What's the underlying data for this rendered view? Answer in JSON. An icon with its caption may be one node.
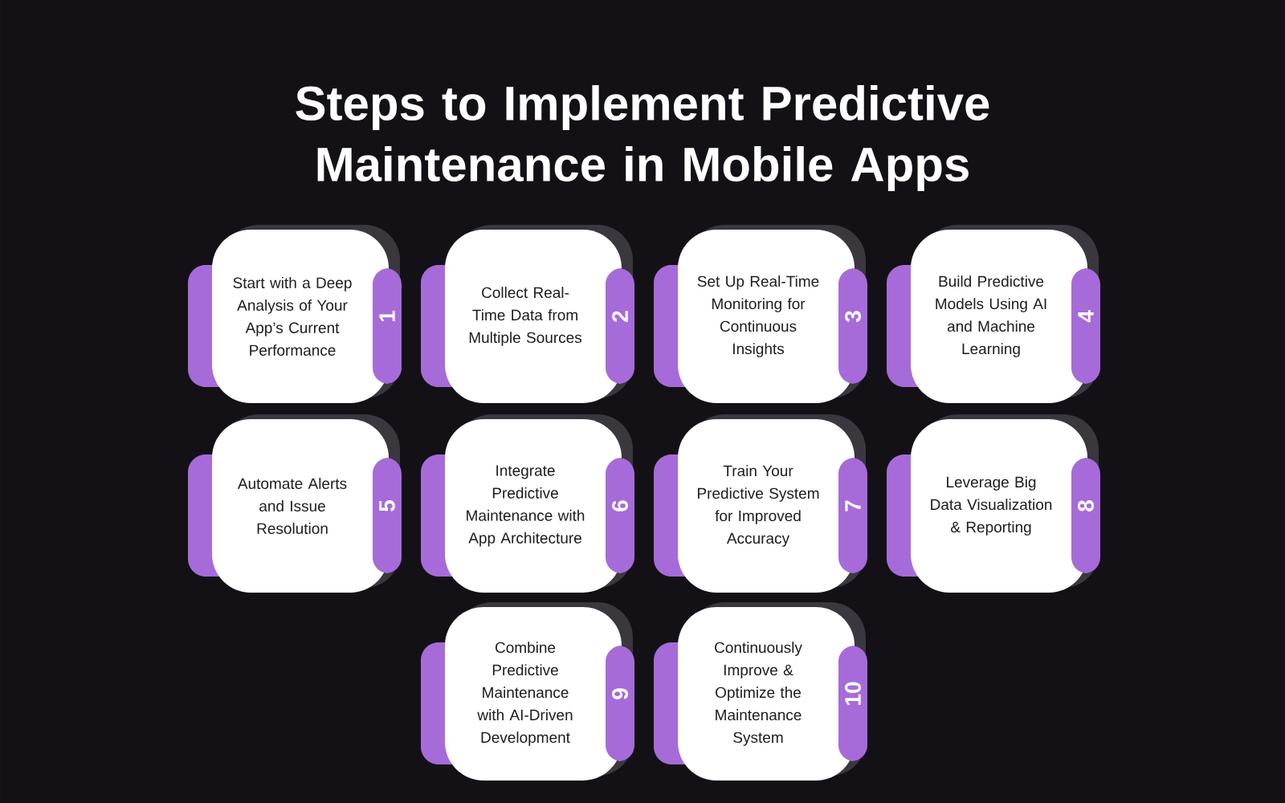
{
  "diagram": {
    "title": "Steps to Implement Predictive Maintenance in Mobile Apps",
    "nodes": [
      {
        "text": [
          "Start with a Deep Analysis of Your App’s Current Performance",
          "1"
        ]
      },
      {
        "text": [
          "Collect Real-Time Data from Multiple Sources",
          "2"
        ]
      },
      {
        "text": [
          "Set Up Real-Time Monitoring for Continuous Insights",
          "3"
        ]
      },
      {
        "text": [
          "Build Predictive Models Using AI and Machine Learning",
          "4"
        ]
      },
      {
        "text": [
          "Automate Alerts and Issue Resolution",
          "5"
        ]
      },
      {
        "text": [
          "Integrate Predictive Maintenance with App Architecture",
          "6"
        ]
      },
      {
        "text": [
          "Train Your Predictive System for Improved Accuracy",
          "7"
        ]
      },
      {
        "text": [
          "Leverage Big Data Visualization & Reporting",
          "8"
        ]
      },
      {
        "text": [
          "Combine Predictive Maintenance with AI-Driven Development",
          "9"
        ]
      },
      {
        "text": [
          "Continuously Improve & Optimize the Maintenance System",
          "10"
        ]
      }
    ]
  }
}
